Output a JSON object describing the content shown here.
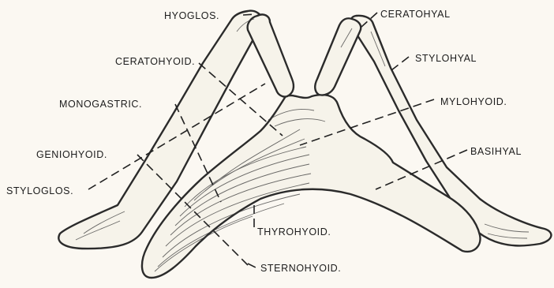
{
  "figure": {
    "labels": {
      "hyoglossus": "HYOGLOS.",
      "ceratohyal": "CERATOHYAL",
      "ceratohyoid": "CERATOHYOID.",
      "stylohyal": "STYLOHYAL",
      "monogastric": "MONOGASTRIC.",
      "mylohyoid": "MYLOHYOID.",
      "geniohyoid": "GENIOHYOID.",
      "basihyal": "BASIHYAL",
      "styloglossus": "STYLOGLOS.",
      "thyrohyoid": "THYROHYOID.",
      "sternohyoid": "STERNOHYOID."
    }
  }
}
